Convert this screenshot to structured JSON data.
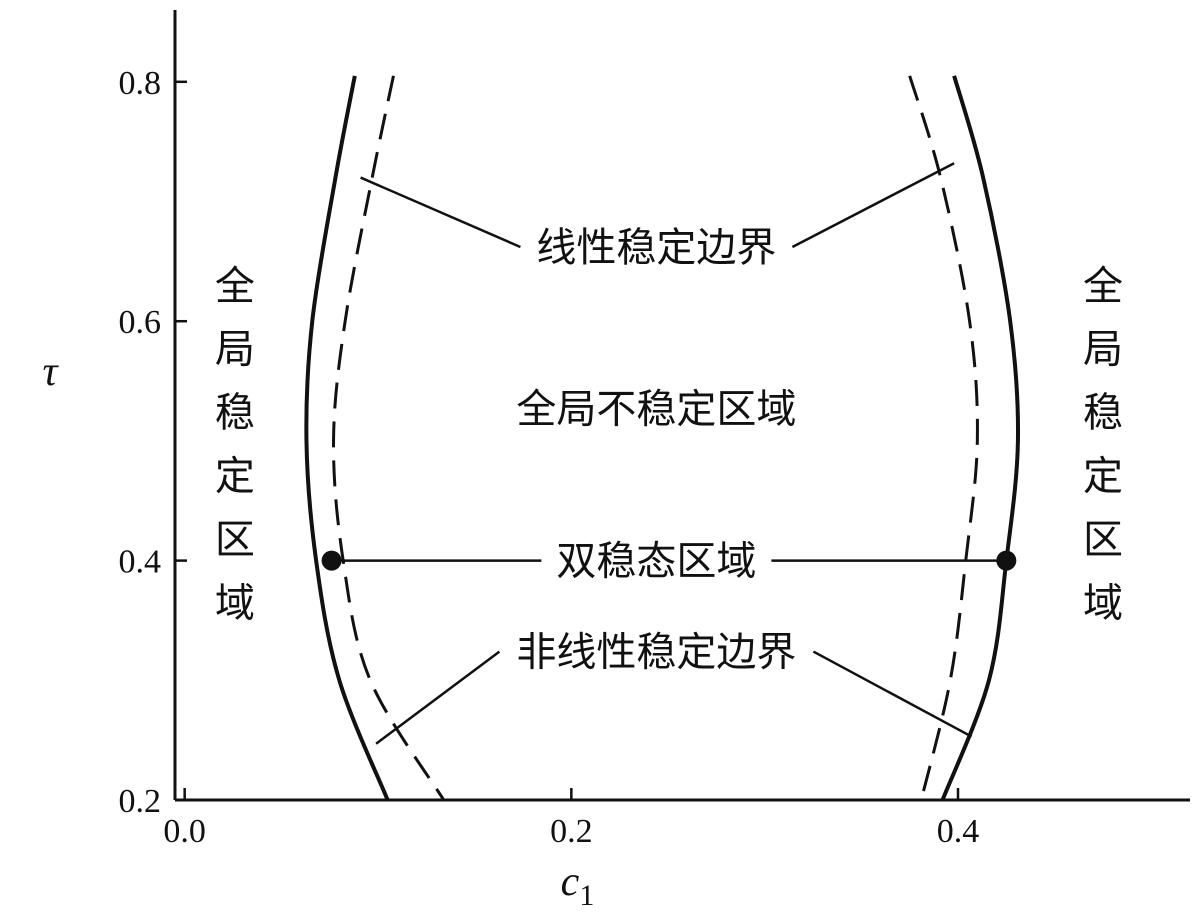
{
  "chart_data": {
    "type": "line",
    "title": "",
    "xlabel": "c",
    "xlabel_sub": "1",
    "ylabel": "τ",
    "xlim": [
      -0.005,
      0.52
    ],
    "ylim": [
      0.2,
      0.86
    ],
    "x_ticks": [
      {
        "value": 0.0,
        "label": "0.0"
      },
      {
        "value": 0.2,
        "label": "0.2"
      },
      {
        "value": 0.4,
        "label": "0.4"
      }
    ],
    "y_ticks": [
      {
        "value": 0.2,
        "label": "0.2"
      },
      {
        "value": 0.4,
        "label": "0.4"
      },
      {
        "value": 0.6,
        "label": "0.6"
      },
      {
        "value": 0.8,
        "label": "0.8"
      }
    ],
    "grid": false,
    "series": [
      {
        "style": "solid",
        "points": [
          [
            0.088,
            0.805
          ],
          [
            0.078,
            0.72
          ],
          [
            0.066,
            0.6
          ],
          [
            0.063,
            0.5
          ],
          [
            0.068,
            0.4
          ],
          [
            0.08,
            0.3
          ],
          [
            0.105,
            0.2
          ]
        ]
      },
      {
        "style": "dashed",
        "points": [
          [
            0.108,
            0.805
          ],
          [
            0.097,
            0.72
          ],
          [
            0.083,
            0.6
          ],
          [
            0.077,
            0.5
          ],
          [
            0.082,
            0.4
          ],
          [
            0.096,
            0.3
          ],
          [
            0.134,
            0.2
          ]
        ]
      },
      {
        "style": "dashed",
        "points": [
          [
            0.375,
            0.805
          ],
          [
            0.391,
            0.72
          ],
          [
            0.406,
            0.6
          ],
          [
            0.41,
            0.5
          ],
          [
            0.404,
            0.4
          ],
          [
            0.396,
            0.3
          ],
          [
            0.381,
            0.2
          ]
        ]
      },
      {
        "style": "solid",
        "points": [
          [
            0.398,
            0.805
          ],
          [
            0.413,
            0.72
          ],
          [
            0.427,
            0.6
          ],
          [
            0.431,
            0.5
          ],
          [
            0.425,
            0.4
          ],
          [
            0.416,
            0.3
          ],
          [
            0.392,
            0.2
          ]
        ]
      }
    ],
    "points": [
      {
        "x": 0.076,
        "y": 0.4
      },
      {
        "x": 0.425,
        "y": 0.4
      }
    ],
    "annotations": [
      {
        "text": "线性稳定边界",
        "x": 0.244,
        "y": 0.662,
        "leaders": [
          [
            0.091,
            0.72
          ],
          [
            0.398,
            0.732
          ]
        ]
      },
      {
        "text": "全局不稳定区域",
        "x": 0.244,
        "y": 0.527
      },
      {
        "text": "双稳态区域",
        "x": 0.244,
        "y": 0.4,
        "leaders": [
          [
            0.076,
            0.4
          ],
          [
            0.425,
            0.4
          ]
        ]
      },
      {
        "text": "非线性稳定边界",
        "x": 0.244,
        "y": 0.324,
        "leaders": [
          [
            0.099,
            0.247
          ],
          [
            0.407,
            0.253
          ]
        ]
      }
    ],
    "side_labels": [
      {
        "chars": [
          "全",
          "局",
          "稳",
          "定",
          "区",
          "域"
        ],
        "x": 0.026,
        "y_top": 0.63,
        "y_bottom": 0.365
      },
      {
        "chars": [
          "全",
          "局",
          "稳",
          "定",
          "区",
          "域"
        ],
        "x": 0.475,
        "y_top": 0.63,
        "y_bottom": 0.365
      }
    ]
  }
}
